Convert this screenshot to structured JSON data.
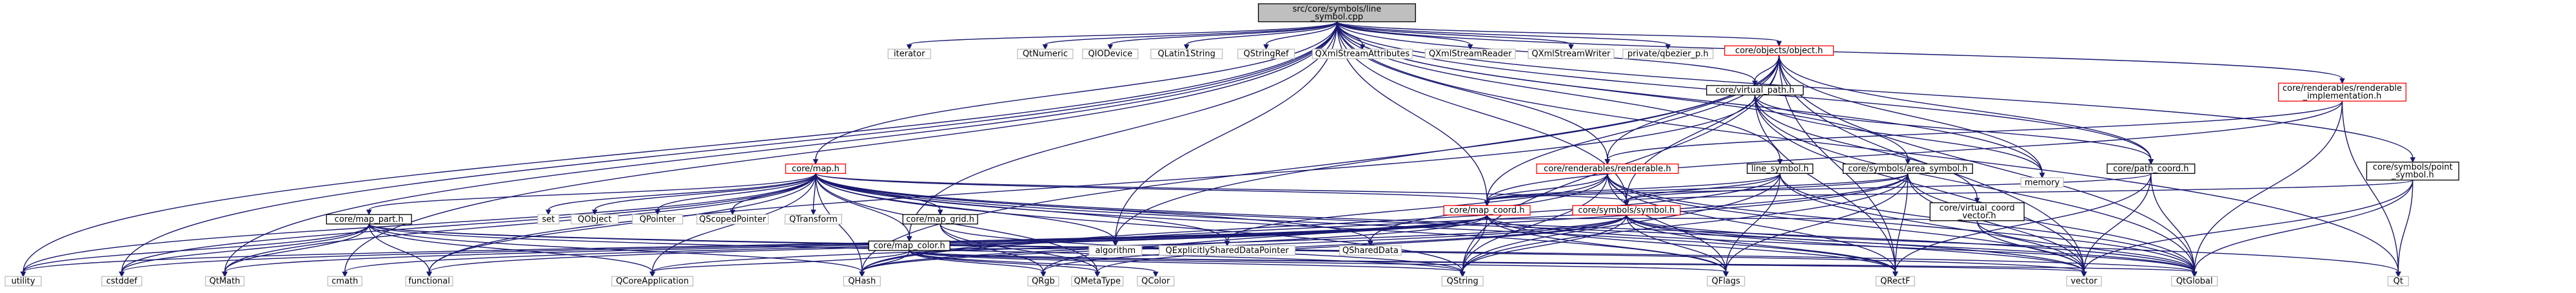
{
  "graph": {
    "root": "src/core/symbols/line_symbol.cpp",
    "nodes": [
      {
        "id": "root",
        "label": [
          "src/core/symbols/line",
          "_symbol.cpp"
        ],
        "style": "root"
      },
      {
        "id": "iterator",
        "label": [
          "iterator"
        ],
        "style": "missing"
      },
      {
        "id": "qtnumeric",
        "label": [
          "QtNumeric"
        ],
        "style": "missing"
      },
      {
        "id": "qiodevice",
        "label": [
          "QIODevice"
        ],
        "style": "missing"
      },
      {
        "id": "qlatin1string",
        "label": [
          "QLatin1String"
        ],
        "style": "missing"
      },
      {
        "id": "qstringref",
        "label": [
          "QStringRef"
        ],
        "style": "missing"
      },
      {
        "id": "qxmlattr",
        "label": [
          "QXmlStreamAttributes"
        ],
        "style": "missing"
      },
      {
        "id": "qxmlreader",
        "label": [
          "QXmlStreamReader"
        ],
        "style": "missing"
      },
      {
        "id": "qxmlwriter",
        "label": [
          "QXmlStreamWriter"
        ],
        "style": "missing"
      },
      {
        "id": "bezier",
        "label": [
          "private/qbezier_p.h"
        ],
        "style": "missing"
      },
      {
        "id": "object",
        "label": [
          "core/objects/object.h"
        ],
        "style": "red"
      },
      {
        "id": "renderable_impl",
        "label": [
          "core/renderables/renderable",
          "_implementation.h"
        ],
        "style": "red"
      },
      {
        "id": "virtual_path",
        "label": [
          "core/virtual_path.h"
        ],
        "style": "normal"
      },
      {
        "id": "point_symbol",
        "label": [
          "core/symbols/point",
          "_symbol.h"
        ],
        "style": "normal"
      },
      {
        "id": "map",
        "label": [
          "core/map.h"
        ],
        "style": "red"
      },
      {
        "id": "renderable",
        "label": [
          "core/renderables/renderable.h"
        ],
        "style": "red"
      },
      {
        "id": "line_symbol",
        "label": [
          "line_symbol.h"
        ],
        "style": "normal"
      },
      {
        "id": "area_symbol",
        "label": [
          "core/symbols/area_symbol.h"
        ],
        "style": "normal"
      },
      {
        "id": "path_coord",
        "label": [
          "core/path_coord.h"
        ],
        "style": "normal"
      },
      {
        "id": "virtual_coord",
        "label": [
          "core/virtual_coord",
          "_vector.h"
        ],
        "style": "normal"
      },
      {
        "id": "memory",
        "label": [
          "memory"
        ],
        "style": "missing"
      },
      {
        "id": "map_coord",
        "label": [
          "core/map_coord.h"
        ],
        "style": "red"
      },
      {
        "id": "symbol",
        "label": [
          "core/symbols/symbol.h"
        ],
        "style": "red"
      },
      {
        "id": "map_part",
        "label": [
          "core/map_part.h"
        ],
        "style": "normal"
      },
      {
        "id": "set",
        "label": [
          "set"
        ],
        "style": "missing"
      },
      {
        "id": "qobject",
        "label": [
          "QObject"
        ],
        "style": "missing"
      },
      {
        "id": "qpointer",
        "label": [
          "QPointer"
        ],
        "style": "missing"
      },
      {
        "id": "qscopedpointer",
        "label": [
          "QScopedPointer"
        ],
        "style": "missing"
      },
      {
        "id": "qtransform",
        "label": [
          "QTransform"
        ],
        "style": "missing"
      },
      {
        "id": "map_grid",
        "label": [
          "core/map_grid.h"
        ],
        "style": "normal"
      },
      {
        "id": "map_color",
        "label": [
          "core/map_color.h"
        ],
        "style": "normal"
      },
      {
        "id": "algorithm",
        "label": [
          "algorithm"
        ],
        "style": "missing"
      },
      {
        "id": "qexplicit",
        "label": [
          "QExplicitlySharedDataPointer"
        ],
        "style": "missing"
      },
      {
        "id": "qshareddata",
        "label": [
          "QSharedData"
        ],
        "style": "missing"
      },
      {
        "id": "utility",
        "label": [
          "utility"
        ],
        "style": "missing"
      },
      {
        "id": "cstddef",
        "label": [
          "cstddef"
        ],
        "style": "missing"
      },
      {
        "id": "qtmath",
        "label": [
          "QtMath"
        ],
        "style": "missing"
      },
      {
        "id": "cmath",
        "label": [
          "cmath"
        ],
        "style": "missing"
      },
      {
        "id": "functional",
        "label": [
          "functional"
        ],
        "style": "missing"
      },
      {
        "id": "qcoreapp",
        "label": [
          "QCoreApplication"
        ],
        "style": "missing"
      },
      {
        "id": "qhash",
        "label": [
          "QHash"
        ],
        "style": "missing"
      },
      {
        "id": "qrgb",
        "label": [
          "QRgb"
        ],
        "style": "missing"
      },
      {
        "id": "qmetatype",
        "label": [
          "QMetaType"
        ],
        "style": "missing"
      },
      {
        "id": "qcolor",
        "label": [
          "QColor"
        ],
        "style": "missing"
      },
      {
        "id": "qstring",
        "label": [
          "QString"
        ],
        "style": "missing"
      },
      {
        "id": "qflags",
        "label": [
          "QFlags"
        ],
        "style": "missing"
      },
      {
        "id": "qrectf",
        "label": [
          "QRectF"
        ],
        "style": "missing"
      },
      {
        "id": "vector",
        "label": [
          "vector"
        ],
        "style": "missing"
      },
      {
        "id": "qtglobal",
        "label": [
          "QtGlobal"
        ],
        "style": "missing"
      },
      {
        "id": "qt",
        "label": [
          "Qt"
        ],
        "style": "missing"
      }
    ],
    "edges": [
      [
        "root",
        "iterator"
      ],
      [
        "root",
        "qtnumeric"
      ],
      [
        "root",
        "qiodevice"
      ],
      [
        "root",
        "qlatin1string"
      ],
      [
        "root",
        "qstringref"
      ],
      [
        "root",
        "qxmlattr"
      ],
      [
        "root",
        "qxmlreader"
      ],
      [
        "root",
        "qxmlwriter"
      ],
      [
        "root",
        "bezier"
      ],
      [
        "root",
        "object"
      ],
      [
        "root",
        "renderable_impl"
      ],
      [
        "root",
        "virtual_path"
      ],
      [
        "root",
        "point_symbol"
      ],
      [
        "root",
        "map"
      ],
      [
        "root",
        "renderable"
      ],
      [
        "root",
        "line_symbol"
      ],
      [
        "root",
        "area_symbol"
      ],
      [
        "root",
        "path_coord"
      ],
      [
        "root",
        "map_coord"
      ],
      [
        "root",
        "symbol"
      ],
      [
        "root",
        "map_color"
      ],
      [
        "root",
        "algorithm"
      ],
      [
        "root",
        "memory"
      ],
      [
        "root",
        "utility"
      ],
      [
        "root",
        "cstddef"
      ],
      [
        "root",
        "qtmath"
      ],
      [
        "root",
        "cmath"
      ],
      [
        "root",
        "qt"
      ],
      [
        "object",
        "virtual_path"
      ],
      [
        "object",
        "renderable"
      ],
      [
        "object",
        "path_coord"
      ],
      [
        "object",
        "map_coord"
      ],
      [
        "object",
        "symbol"
      ],
      [
        "object",
        "algorithm"
      ],
      [
        "object",
        "memory"
      ],
      [
        "object",
        "vector"
      ],
      [
        "object",
        "qrectf"
      ],
      [
        "object",
        "qtglobal"
      ],
      [
        "object",
        "qstring"
      ],
      [
        "object",
        "qhash"
      ],
      [
        "renderable_impl",
        "renderable"
      ],
      [
        "renderable_impl",
        "qtglobal"
      ],
      [
        "renderable_impl",
        "qt"
      ],
      [
        "renderable_impl",
        "map_coord"
      ],
      [
        "virtual_path",
        "path_coord"
      ],
      [
        "virtual_path",
        "virtual_coord"
      ],
      [
        "virtual_path",
        "memory"
      ],
      [
        "virtual_path",
        "vector"
      ],
      [
        "virtual_path",
        "qrectf"
      ],
      [
        "virtual_path",
        "qtglobal"
      ],
      [
        "virtual_path",
        "functional"
      ],
      [
        "point_symbol",
        "symbol"
      ],
      [
        "point_symbol",
        "qtglobal"
      ],
      [
        "point_symbol",
        "qt"
      ],
      [
        "point_symbol",
        "vector"
      ],
      [
        "map",
        "map_part"
      ],
      [
        "map",
        "set"
      ],
      [
        "map",
        "qobject"
      ],
      [
        "map",
        "qpointer"
      ],
      [
        "map",
        "qscopedpointer"
      ],
      [
        "map",
        "qtransform"
      ],
      [
        "map",
        "map_grid"
      ],
      [
        "map",
        "map_color"
      ],
      [
        "map",
        "map_coord"
      ],
      [
        "map",
        "algorithm"
      ],
      [
        "map",
        "qexplicit"
      ],
      [
        "map",
        "qshareddata"
      ],
      [
        "map",
        "utility"
      ],
      [
        "map",
        "cstddef"
      ],
      [
        "map",
        "qhash"
      ],
      [
        "map",
        "qstring"
      ],
      [
        "map",
        "qflags"
      ],
      [
        "map",
        "qrectf"
      ],
      [
        "map",
        "vector"
      ],
      [
        "map",
        "qtglobal"
      ],
      [
        "map",
        "symbol"
      ],
      [
        "map",
        "qtmath"
      ],
      [
        "map",
        "functional"
      ],
      [
        "map",
        "qcoreapp"
      ],
      [
        "map",
        "qmetatype"
      ],
      [
        "renderable",
        "map_coord"
      ],
      [
        "renderable",
        "symbol"
      ],
      [
        "renderable",
        "qshareddata"
      ],
      [
        "renderable",
        "qexplicit"
      ],
      [
        "renderable",
        "qstring"
      ],
      [
        "renderable",
        "qflags"
      ],
      [
        "renderable",
        "vector"
      ],
      [
        "renderable",
        "qtglobal"
      ],
      [
        "renderable",
        "qrectf"
      ],
      [
        "line_symbol",
        "symbol"
      ],
      [
        "line_symbol",
        "map_coord"
      ],
      [
        "line_symbol",
        "vector"
      ],
      [
        "line_symbol",
        "qtglobal"
      ],
      [
        "line_symbol",
        "qstring"
      ],
      [
        "line_symbol",
        "qflags"
      ],
      [
        "line_symbol",
        "qhash"
      ],
      [
        "area_symbol",
        "symbol"
      ],
      [
        "area_symbol",
        "map_coord"
      ],
      [
        "area_symbol",
        "vector"
      ],
      [
        "area_symbol",
        "qtglobal"
      ],
      [
        "area_symbol",
        "qrectf"
      ],
      [
        "area_symbol",
        "qflags"
      ],
      [
        "area_symbol",
        "qstring"
      ],
      [
        "area_symbol",
        "qrgb"
      ],
      [
        "area_symbol",
        "qhash"
      ],
      [
        "path_coord",
        "map_coord"
      ],
      [
        "path_coord",
        "vector"
      ],
      [
        "path_coord",
        "qtglobal"
      ],
      [
        "path_coord",
        "qrectf"
      ],
      [
        "virtual_coord",
        "map_coord"
      ],
      [
        "virtual_coord",
        "vector"
      ],
      [
        "virtual_coord",
        "qtglobal"
      ],
      [
        "map_coord",
        "qhash"
      ],
      [
        "map_coord",
        "qstring"
      ],
      [
        "map_coord",
        "qflags"
      ],
      [
        "map_coord",
        "qrectf"
      ],
      [
        "map_coord",
        "qtglobal"
      ],
      [
        "map_coord",
        "qtmath"
      ],
      [
        "map_coord",
        "cmath"
      ],
      [
        "map_coord",
        "cstddef"
      ],
      [
        "map_coord",
        "utility"
      ],
      [
        "map_coord",
        "functional"
      ],
      [
        "symbol",
        "qstring"
      ],
      [
        "symbol",
        "qflags"
      ],
      [
        "symbol",
        "qrectf"
      ],
      [
        "symbol",
        "vector"
      ],
      [
        "symbol",
        "qtglobal"
      ],
      [
        "symbol",
        "qhash"
      ],
      [
        "symbol",
        "qmetatype"
      ],
      [
        "symbol",
        "qcoreapp"
      ],
      [
        "symbol",
        "qrgb"
      ],
      [
        "symbol",
        "qt"
      ],
      [
        "map_part",
        "utility"
      ],
      [
        "map_part",
        "cstddef"
      ],
      [
        "map_part",
        "functional"
      ],
      [
        "map_part",
        "qcoreapp"
      ],
      [
        "map_part",
        "qhash"
      ],
      [
        "map_part",
        "qstring"
      ],
      [
        "map_part",
        "vector"
      ],
      [
        "map_part",
        "qtglobal"
      ],
      [
        "map_part",
        "qtmath"
      ],
      [
        "map_grid",
        "qrgb"
      ],
      [
        "map_grid",
        "qmetatype"
      ],
      [
        "map_grid",
        "qstring"
      ],
      [
        "map_color",
        "qcoreapp"
      ],
      [
        "map_color",
        "qhash"
      ],
      [
        "map_color",
        "qrgb"
      ],
      [
        "map_color",
        "qmetatype"
      ],
      [
        "map_color",
        "qcolor"
      ],
      [
        "map_color",
        "qstring"
      ],
      [
        "map_color",
        "qflags"
      ],
      [
        "map_color",
        "vector"
      ],
      [
        "map_color",
        "qtglobal"
      ],
      [
        "map_color",
        "algorithm"
      ],
      [
        "map_color",
        "qexplicit"
      ]
    ]
  }
}
